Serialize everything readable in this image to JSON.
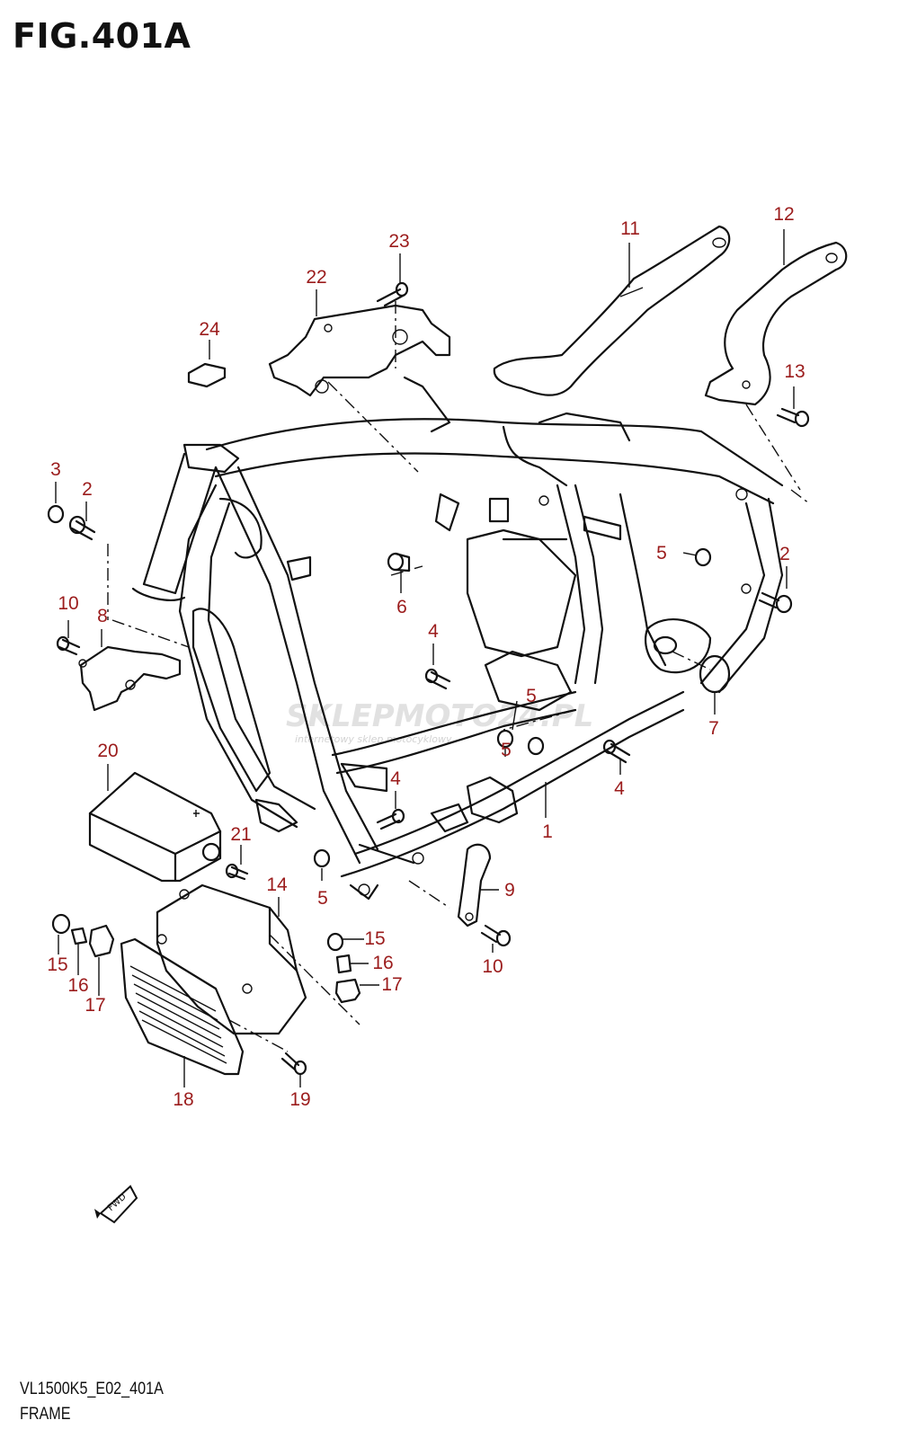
{
  "figure": {
    "title": "FIG.401A",
    "model_code": "VL1500K5_E02_401A",
    "caption": "FRAME"
  },
  "watermark": {
    "brand": "SKLEPMOTO24.PL",
    "tagline": "internetowy sklep motocyklowy"
  },
  "fwd_marker": {
    "label": "FWD"
  },
  "part_labels": {
    "p1": "1",
    "p2a": "2",
    "p2b": "2",
    "p3": "3",
    "p4a": "4",
    "p4b": "4",
    "p4c": "4",
    "p5a": "5",
    "p5b": "5",
    "p5c": "5",
    "p5d": "5",
    "p6": "6",
    "p7": "7",
    "p8": "8",
    "p9": "9",
    "p10a": "10",
    "p10b": "10",
    "p11": "11",
    "p12": "12",
    "p13": "13",
    "p14": "14",
    "p15a": "15",
    "p15b": "15",
    "p16a": "16",
    "p16b": "16",
    "p17a": "17",
    "p17b": "17",
    "p18": "18",
    "p19": "19",
    "p20": "20",
    "p21": "21",
    "p22": "22",
    "p23": "23",
    "p24": "24"
  },
  "colors": {
    "label": "#9b1c1c",
    "line": "#111111"
  }
}
